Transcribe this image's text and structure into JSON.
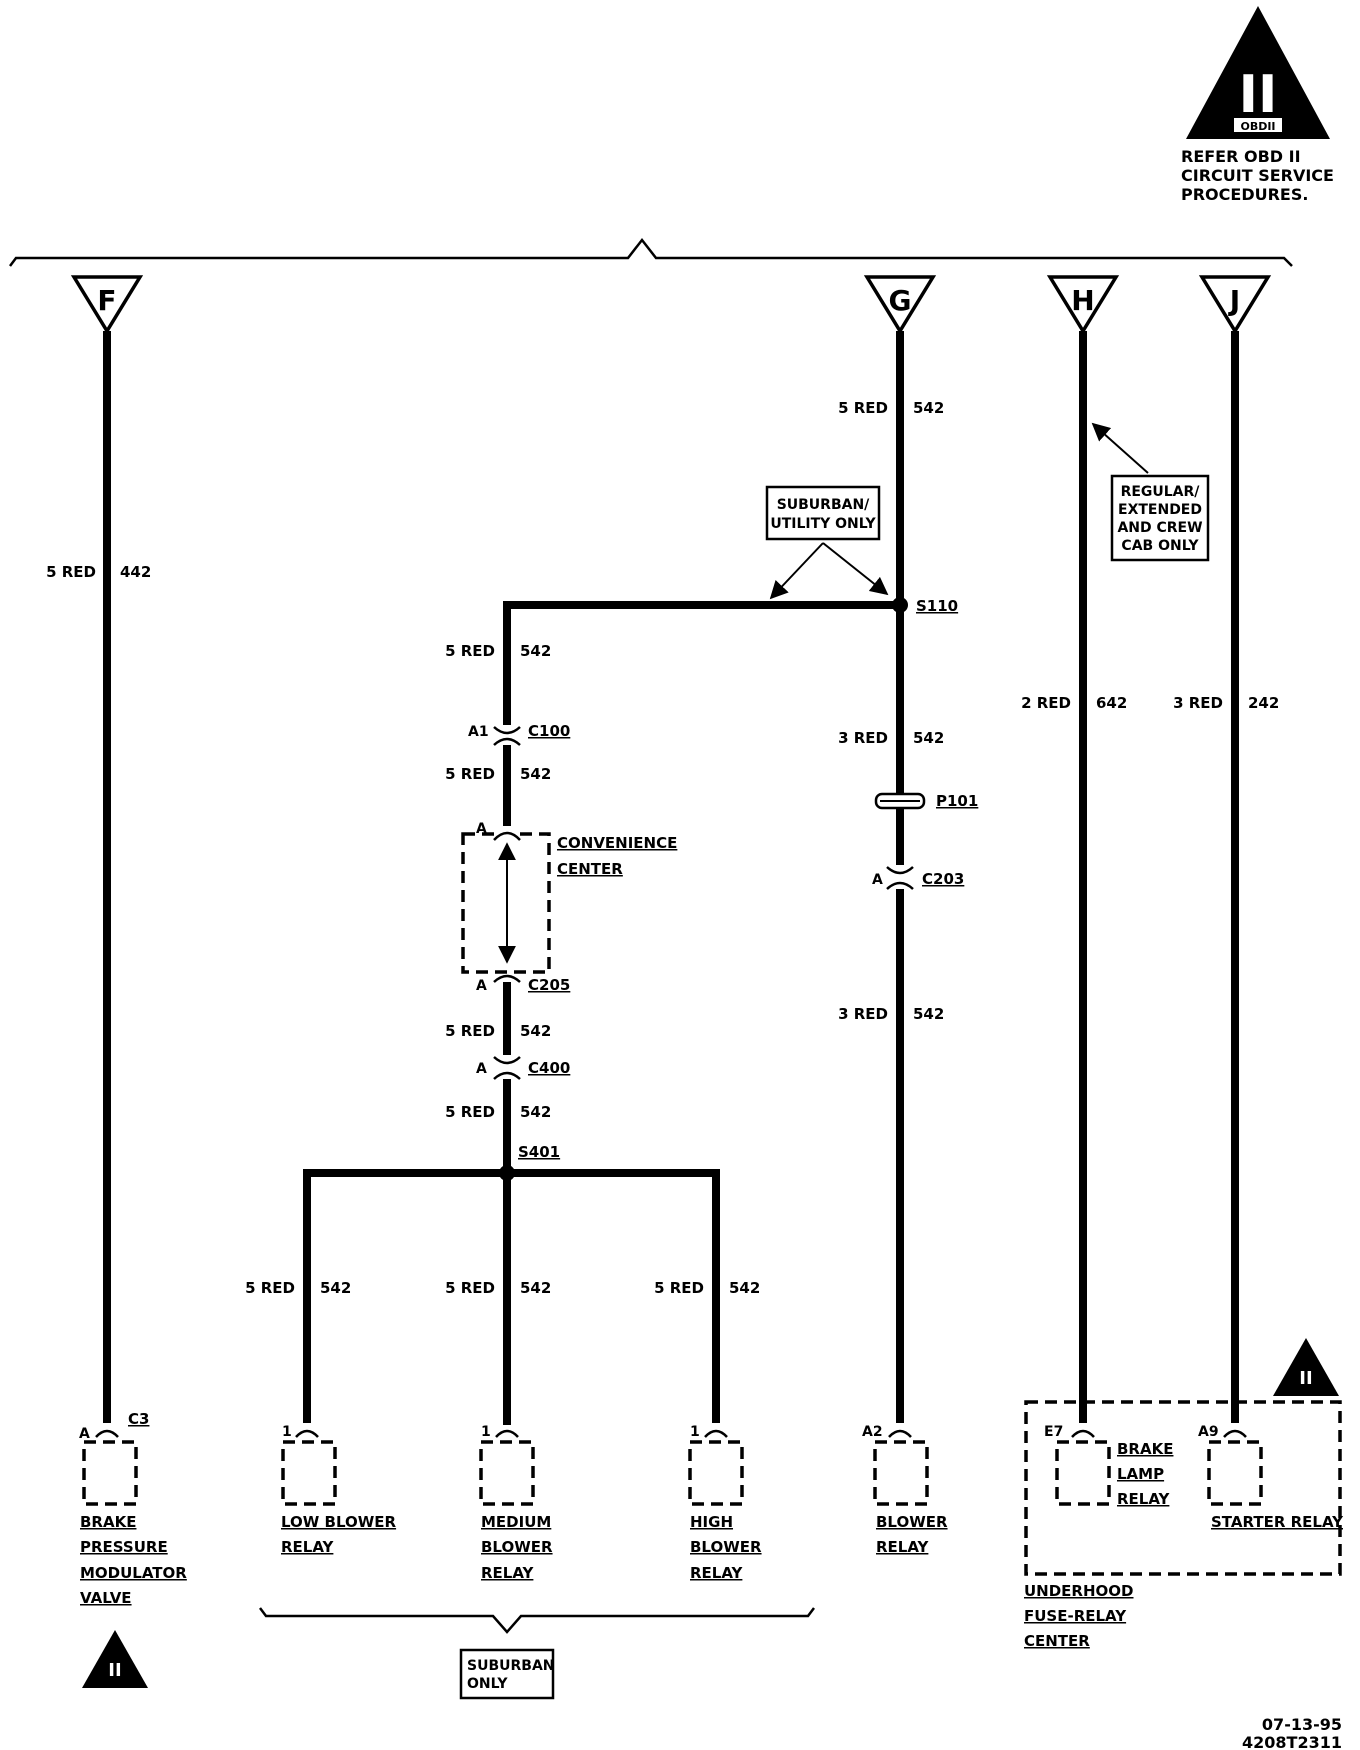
{
  "obd_note": {
    "symbol": "II",
    "tag": "OBDII",
    "lines": [
      "REFER OBD II",
      "CIRCUIT SERVICE",
      "PROCEDURES."
    ]
  },
  "connectors": {
    "f": "F",
    "g": "G",
    "h": "H",
    "j": "J"
  },
  "wires": {
    "f_main": {
      "size": "5 RED",
      "circuit": "442"
    },
    "g_top": {
      "size": "5 RED",
      "circuit": "542"
    },
    "branch_top": {
      "size": "5 RED",
      "circuit": "542"
    },
    "branch_c100": {
      "size": "5 RED",
      "circuit": "542"
    },
    "branch_c205": {
      "size": "5 RED",
      "circuit": "542"
    },
    "branch_c400": {
      "size": "5 RED",
      "circuit": "542"
    },
    "low": {
      "size": "5 RED",
      "circuit": "542"
    },
    "medium": {
      "size": "5 RED",
      "circuit": "542"
    },
    "high": {
      "size": "5 RED",
      "circuit": "542"
    },
    "g_mid": {
      "size": "3 RED",
      "circuit": "542"
    },
    "g_low": {
      "size": "3 RED",
      "circuit": "542"
    },
    "h_main": {
      "size": "2 RED",
      "circuit": "642"
    },
    "j_main": {
      "size": "3 RED",
      "circuit": "242"
    }
  },
  "splices": {
    "s110": "S110",
    "s401": "S401"
  },
  "inline": {
    "c100": {
      "pin": "A1",
      "name": "C100"
    },
    "conv_top_pin": "A",
    "c205": {
      "pin": "A",
      "name": "C205"
    },
    "c400": {
      "pin": "A",
      "name": "C400"
    },
    "p101": "P101",
    "c203": {
      "pin": "A",
      "name": "C203"
    }
  },
  "callouts": {
    "suburban_utility": [
      "SUBURBAN/",
      "UTILITY ONLY"
    ],
    "regular_cab": [
      "REGULAR/",
      "EXTENDED",
      "AND CREW",
      "CAB ONLY"
    ],
    "suburban_only": [
      "SUBURBAN",
      "ONLY"
    ]
  },
  "convenience_center": [
    "CONVENIENCE",
    "CENTER"
  ],
  "components": {
    "bpmv": {
      "pin": "A",
      "connector": "C3",
      "name": [
        "BRAKE",
        "PRESSURE",
        "MODULATOR",
        "VALVE"
      ]
    },
    "low_blower": {
      "pin": "1",
      "name": [
        "LOW BLOWER",
        "RELAY"
      ]
    },
    "medium_blower": {
      "pin": "1",
      "name": [
        "MEDIUM",
        "BLOWER",
        "RELAY"
      ]
    },
    "high_blower": {
      "pin": "1",
      "name": [
        "HIGH",
        "BLOWER",
        "RELAY"
      ]
    },
    "blower": {
      "pin": "A2",
      "name": [
        "BLOWER",
        "RELAY"
      ]
    },
    "brake_lamp": {
      "pin": "E7",
      "name": [
        "BRAKE",
        "LAMP",
        "RELAY"
      ]
    },
    "starter": {
      "pin": "A9",
      "name": [
        "STARTER RELAY"
      ]
    }
  },
  "underhood": [
    "UNDERHOOD",
    "FUSE-RELAY",
    "CENTER"
  ],
  "obd_small_symbol": "II",
  "doc_id": {
    "date": "07-13-95",
    "number": "4208T2311"
  }
}
